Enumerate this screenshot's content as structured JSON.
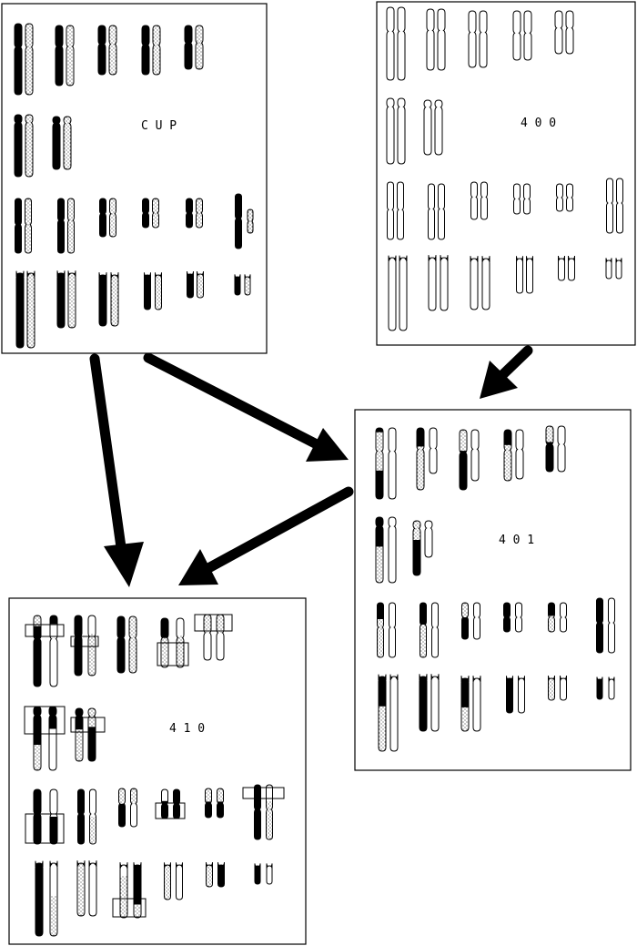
{
  "palette": {
    "black": "#000000",
    "white": "#ffffff",
    "stipple": "#000000"
  },
  "panels": [
    {
      "id": "cup",
      "label": "C U P"
    },
    {
      "id": "400",
      "label": "4 0 0"
    },
    {
      "id": "401",
      "label": "4 0 1"
    },
    {
      "id": "410",
      "label": "4 1 0"
    }
  ],
  "arrows": [
    {
      "from": "400",
      "to": "401"
    },
    {
      "from": "cup",
      "to": "401"
    },
    {
      "from": "cup",
      "to": "410"
    },
    {
      "from": "401",
      "to": "410"
    }
  ]
}
